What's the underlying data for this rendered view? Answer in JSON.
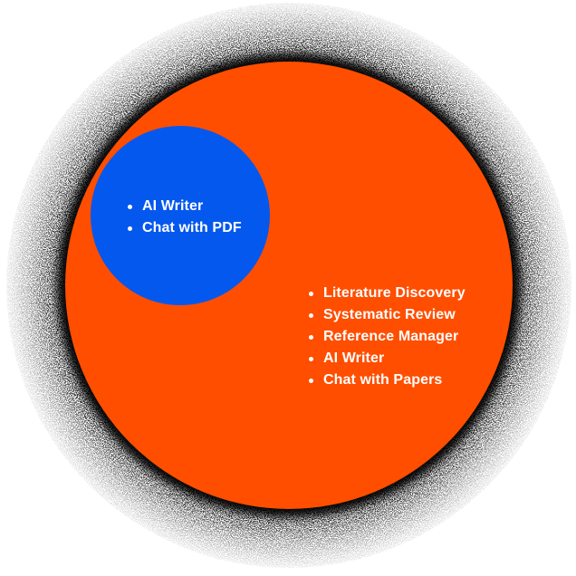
{
  "venn": {
    "background_color": "#FFFFFF",
    "halo_color": "#000000",
    "text_color": "#FFFFFF",
    "outer_circle": {
      "color": "#FF4E00",
      "items": [
        "Literature Discovery",
        "Systematic Review",
        "Reference Manager",
        "AI Writer",
        "Chat with Papers"
      ]
    },
    "inner_circle": {
      "color": "#0558EE",
      "items": [
        "AI Writer",
        "Chat with PDF"
      ]
    }
  }
}
